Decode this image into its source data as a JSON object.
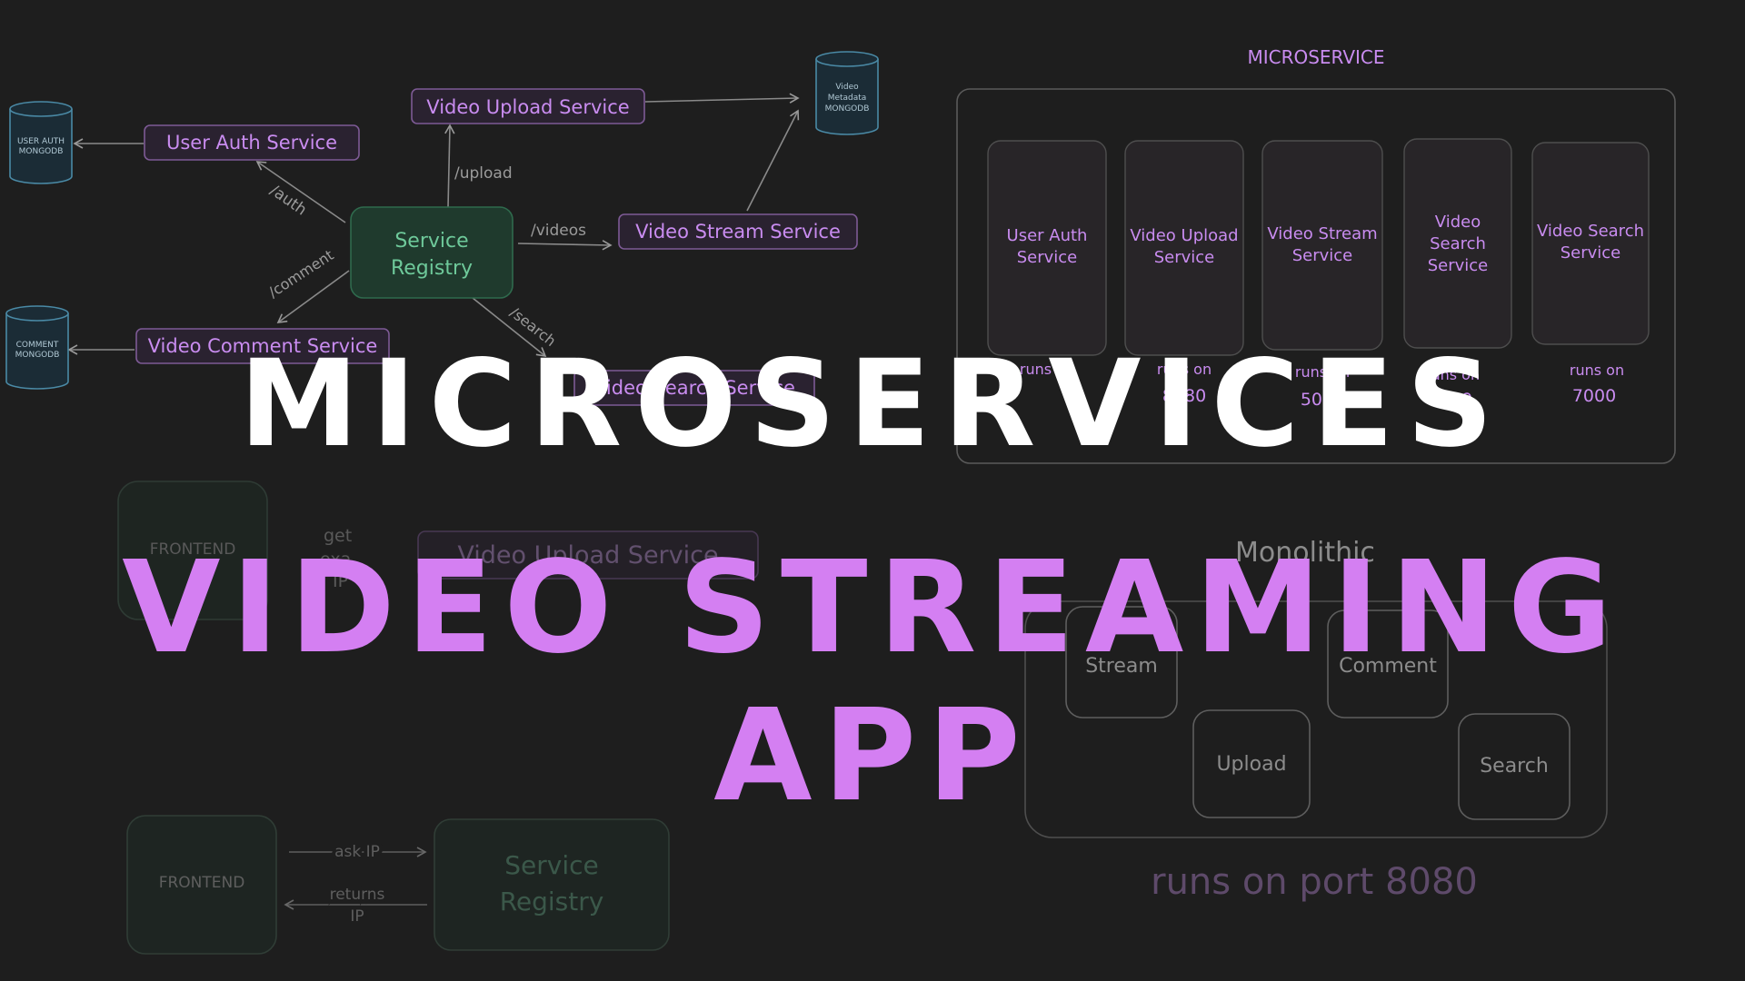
{
  "headline": {
    "line1": "MICROSERVICES",
    "line2": "VIDEO STREAMING APP"
  },
  "colors": {
    "background": "#1e1e1e",
    "purple": "#c98cf0",
    "green": "#6ec99a",
    "headline_purple": "#d47ff2",
    "headline_white": "#ffffff"
  },
  "top_diagram": {
    "registry": {
      "line1": "Service",
      "line2": "Registry"
    },
    "services": {
      "upload": "Video Upload Service",
      "auth": "User Auth Service",
      "stream": "Video Stream Service",
      "comment": "Video Comment Service",
      "search": "Video Search Service"
    },
    "databases": {
      "user_auth": {
        "line1": "USER AUTH",
        "line2": "MONGODB"
      },
      "metadata": {
        "line1": "Video",
        "line2": "Metadata",
        "line3": "MONGODB"
      },
      "comment": {
        "line1": "COMMENT",
        "line2": "MONGODB"
      }
    },
    "routes": {
      "upload": "/upload",
      "auth": "/auth",
      "videos": "/videos",
      "comment": "/comment",
      "search": "/search"
    }
  },
  "middle_diagram": {
    "frontend": "FRONTEND",
    "arrow_label_1": "get",
    "arrow_label_2": "exa",
    "arrow_label_3": "IP",
    "service": "Video Upload Service"
  },
  "bottom_diagram": {
    "frontend": "FRONTEND",
    "ask": "ask IP",
    "returns_1": "returns",
    "returns_2": "IP",
    "registry": {
      "line1": "Service",
      "line2": "Registry"
    }
  },
  "microservice_panel": {
    "title": "MICROSERVICE",
    "columns": [
      {
        "line1": "User Auth",
        "line2": "Service",
        "line3": ""
      },
      {
        "line1": "Video Upload",
        "line2": "Service",
        "line3": ""
      },
      {
        "line1": "Video Stream",
        "line2": "Service",
        "line3": ""
      },
      {
        "line1": "Video",
        "line2": "Search",
        "line3": "Service"
      },
      {
        "line1": "Video Search",
        "line2": "Service",
        "line3": ""
      }
    ],
    "ports": [
      {
        "label": "runs on",
        "value": ""
      },
      {
        "label": "runs on",
        "value": "8080"
      },
      {
        "label": "runs on",
        "value": "5050"
      },
      {
        "label": "runs on",
        "value": "6969"
      },
      {
        "label": "runs on",
        "value": "7000"
      }
    ]
  },
  "monolithic_panel": {
    "title": "Monolithic",
    "modules": {
      "stream": "Stream",
      "comment": "Comment",
      "upload": "Upload",
      "search": "Search"
    },
    "footer": "runs on port 8080"
  }
}
